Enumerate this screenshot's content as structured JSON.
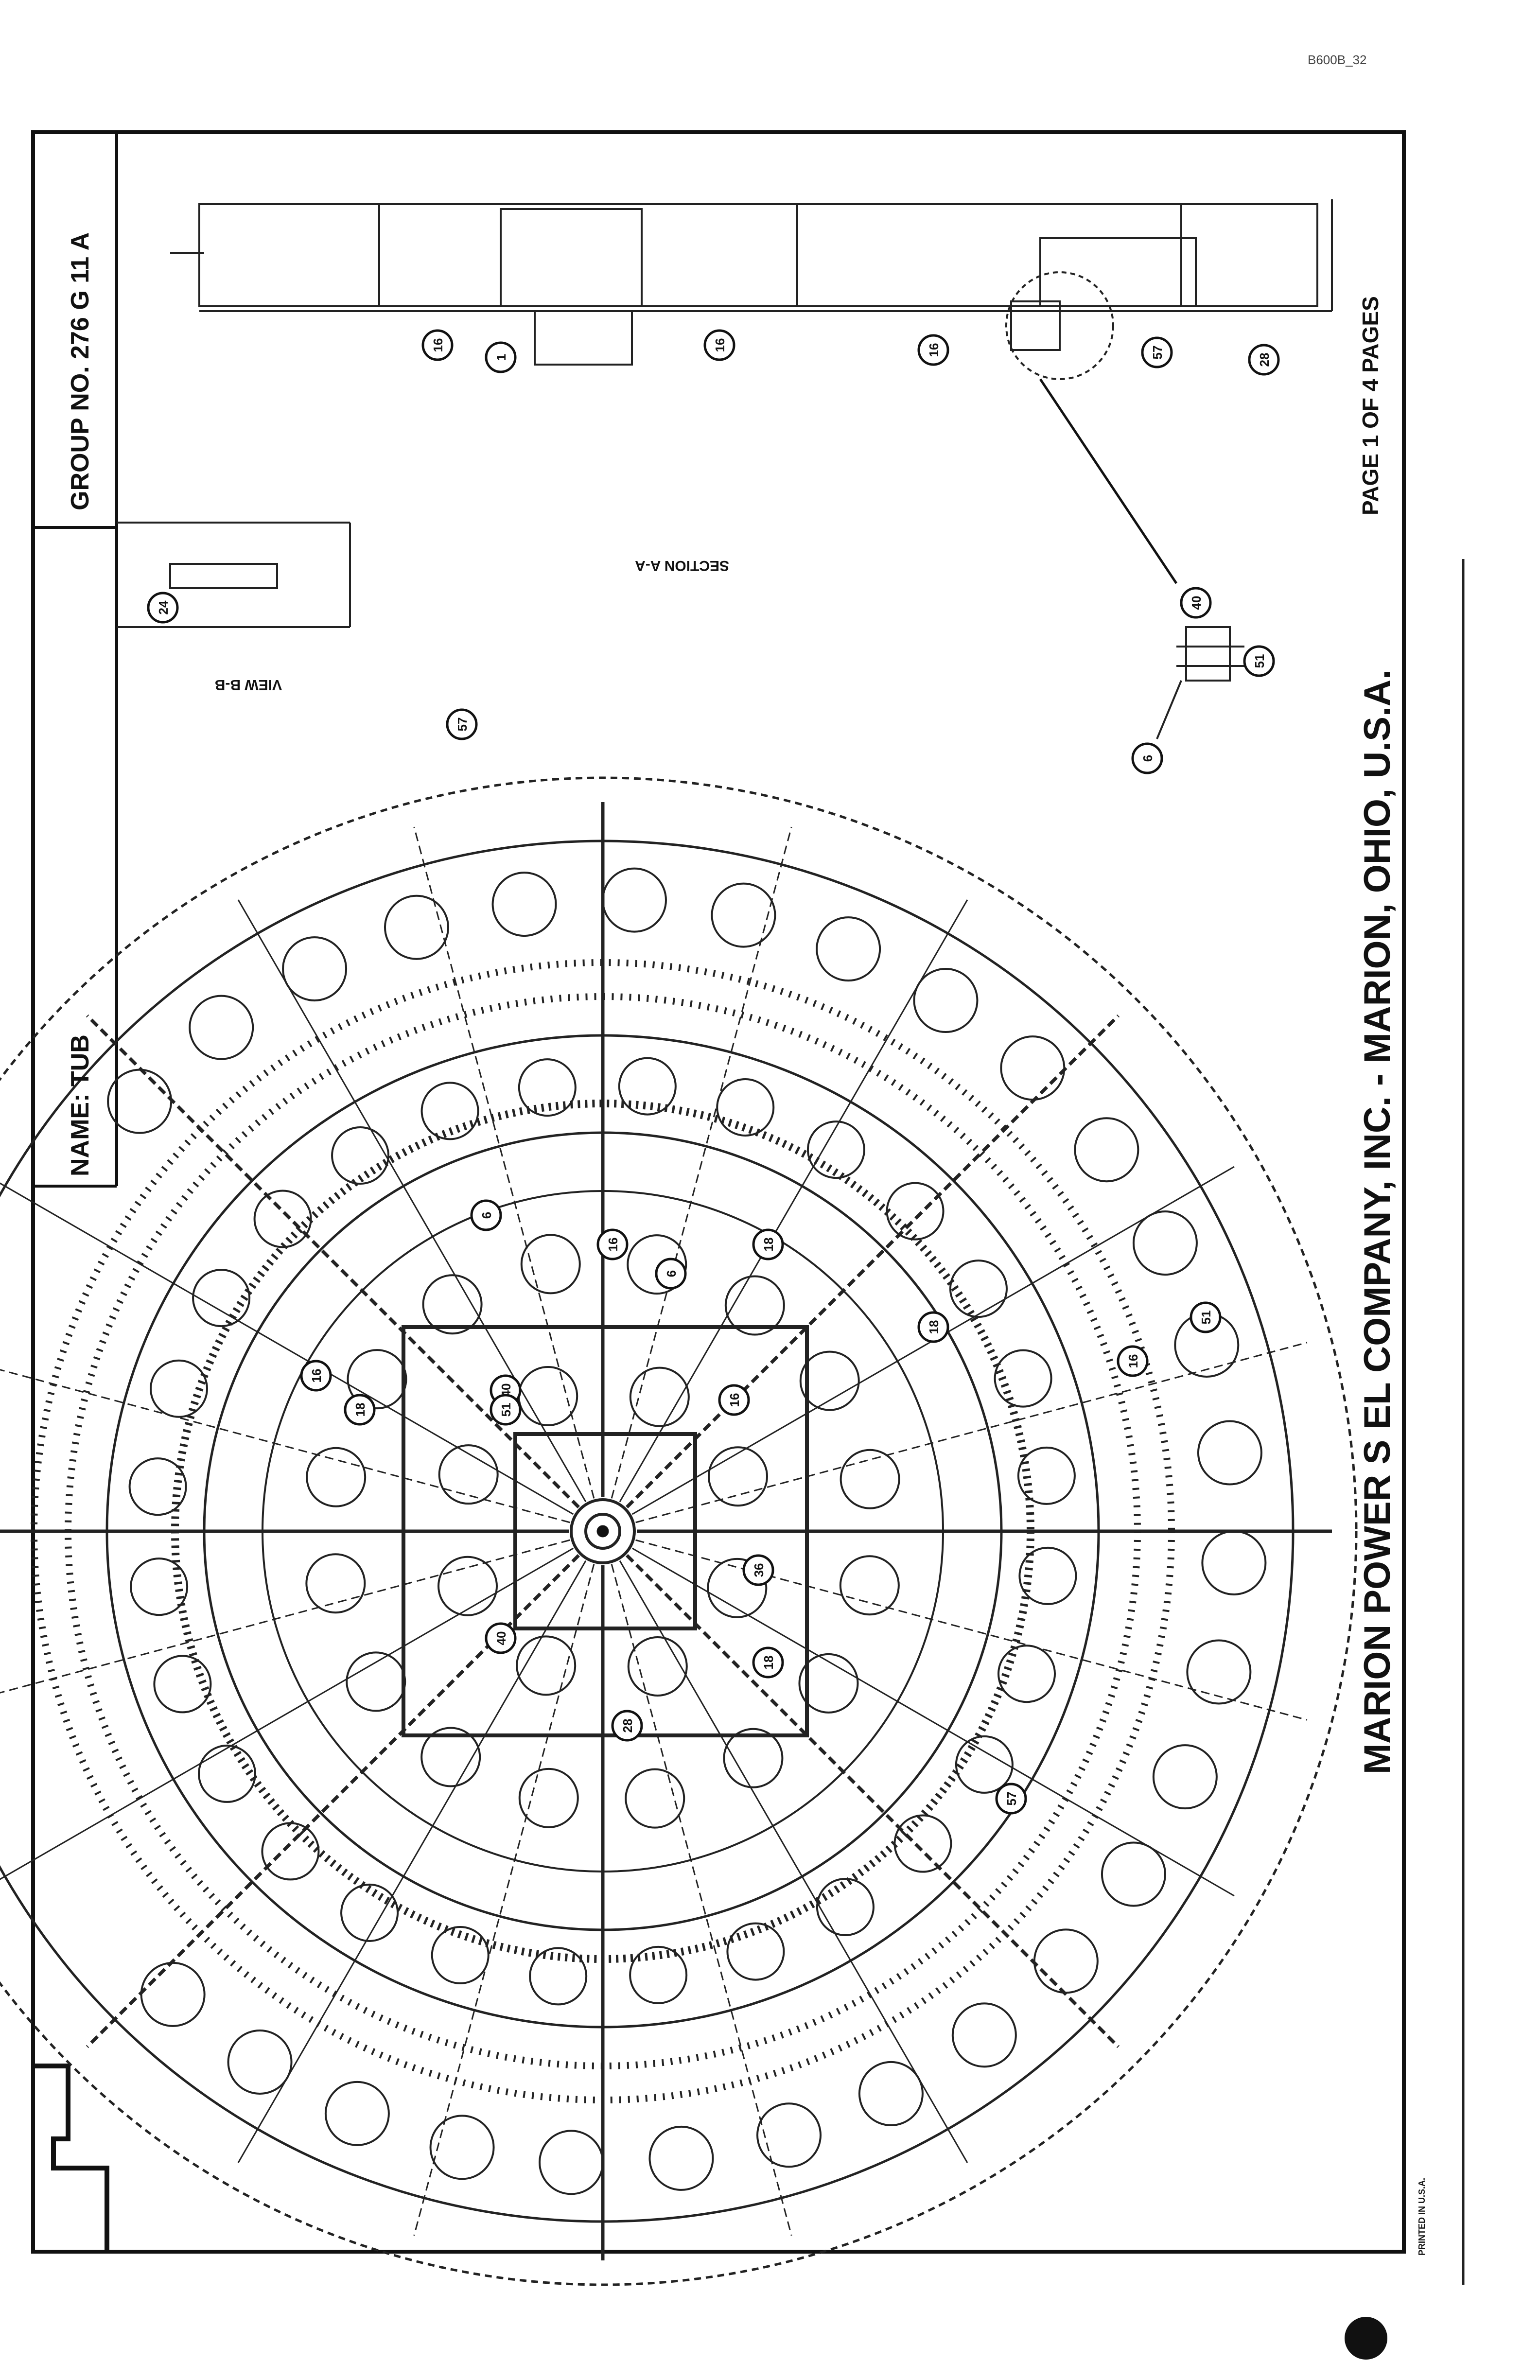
{
  "sheet_ref": "B600B_32",
  "title_block": {
    "group_label": "GROUP NO.",
    "group_value": "276 G 11 A",
    "name_label": "NAME:",
    "name_value": "TUB"
  },
  "footer": {
    "company": "MARION POWER S   EL COMPANY, INC. - MARION, OHIO, U.S.A.",
    "page": "PAGE  1  OF  4  PAGES",
    "printed": "PRINTED IN U.S.A."
  },
  "views": {
    "section_label": "SECTION A-A",
    "view_label": "VIEW B-B"
  },
  "callouts": [
    "16",
    "1",
    "16",
    "16",
    "57",
    "28",
    "40",
    "51",
    "6",
    "24",
    "57",
    "6",
    "18",
    "16",
    "40",
    "51",
    "6",
    "16",
    "18",
    "16",
    "18",
    "16",
    "18",
    "28",
    "40",
    "51",
    "57",
    "36"
  ],
  "colors": {
    "ink": "#111111",
    "paper": "#ffffff"
  }
}
